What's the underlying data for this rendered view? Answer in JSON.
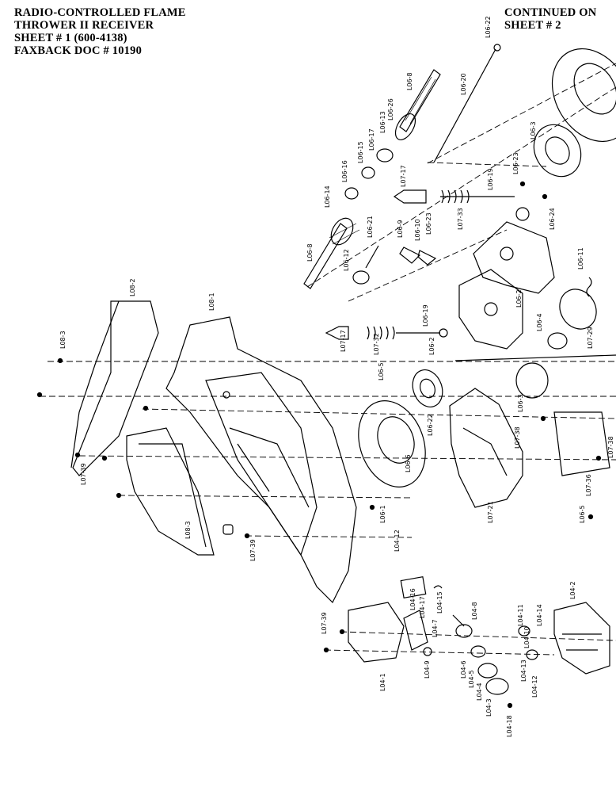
{
  "header": {
    "lines": [
      "RADIO-CONTROLLED FLAME",
      "THROWER II RECEIVER",
      "SHEET # 1 (600-4138)",
      "FAXBACK DOC # 10190"
    ],
    "continued": [
      "CONTINUED ON",
      "SHEET # 2"
    ]
  },
  "part_labels": [
    "L06-22",
    "L06-20",
    "L06-8",
    "L06-26",
    "L06-13",
    "L06-17",
    "L06-15",
    "L06-16",
    "L06-14",
    "L06-8",
    "L06-12",
    "L06-21",
    "L07-17",
    "L06-9",
    "L06-10",
    "L06-23",
    "L07-33",
    "L06-19",
    "L06-23",
    "L06-3",
    "L06-24",
    "L06-11",
    "L08-2",
    "L08-3",
    "L08-1",
    "L07-17",
    "L07-32",
    "L06-19",
    "L06-2",
    "L06-5",
    "L06-2",
    "L06-22",
    "L06-6",
    "L06-4",
    "L07-29",
    "L06-3",
    "L07-38",
    "L07-21",
    "L07-38",
    "L07-36",
    "L06-1",
    "L06-5",
    "L08-3",
    "L07-39",
    "L07-39",
    "L04-12",
    "L04-16",
    "L04-17",
    "L04-15",
    "L04-7",
    "L04-8",
    "L04-11",
    "L04-14",
    "L04-10",
    "L04-2",
    "L07-39",
    "L04-9",
    "L04-1",
    "L04-6",
    "L04-5",
    "L04-4",
    "L04-3",
    "L04-13",
    "L04-12",
    "L04-18"
  ]
}
